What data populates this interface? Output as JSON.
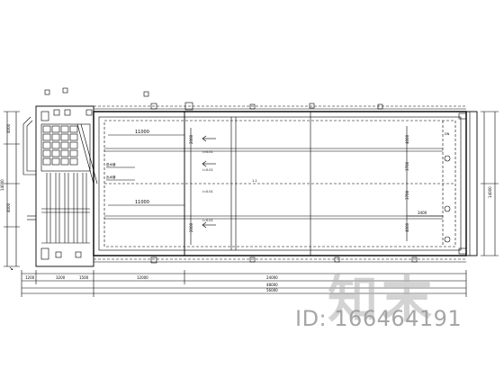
{
  "dimensions": {
    "top_left": "11000",
    "top_right": "4000",
    "mid_left": "11000",
    "mid_right_1": "3700",
    "mid_right_2": "3700",
    "mid_right_3": "3400",
    "low_right": "4000",
    "left_a": "4000",
    "left_b": "4000",
    "left_c": "14000",
    "right_total": "14000",
    "side_2000": "2000",
    "bottom_small": "2000",
    "bottom_left": "12000",
    "bottom_mid": "24000",
    "bottom_a": "1200",
    "bottom_b": "3200",
    "bottom_c": "1500",
    "bottom_total_1": "48000",
    "bottom_total_2": "56000"
  },
  "labels": {
    "pipe_upper": "进水管",
    "pipe_lower": "出水管",
    "slope_1": "i=0.01",
    "slope_2": "i=0.01",
    "slope_3": "i=0.01",
    "slope_4": "i=0.01",
    "center_mark": "1-1",
    "ring_mark": "DN"
  },
  "watermark": {
    "logo": "知末",
    "id": "ID: 166464191"
  }
}
